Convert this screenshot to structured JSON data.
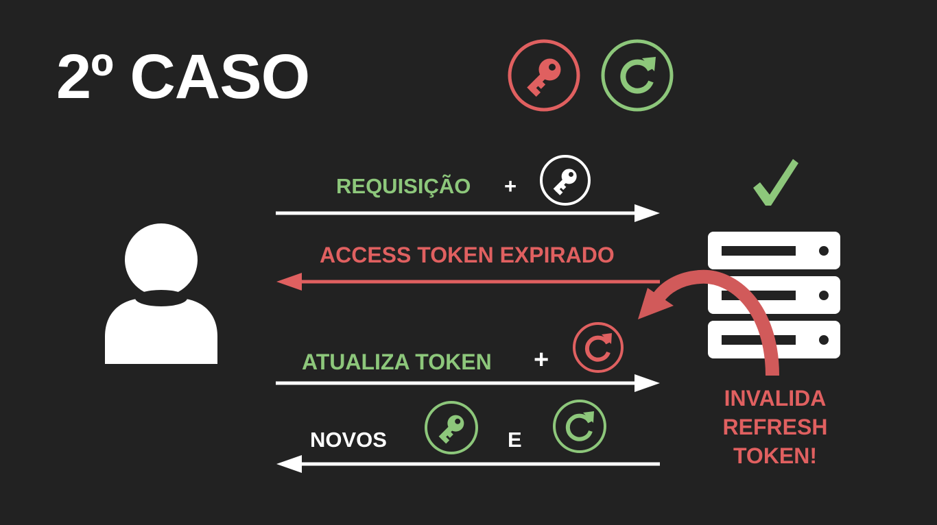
{
  "slide": {
    "title": "2º CASO",
    "header_icons": [
      {
        "icon": "key-icon",
        "color": "#e06060"
      },
      {
        "icon": "refresh-icon",
        "color": "#8dc77b"
      }
    ]
  },
  "flow": {
    "request": {
      "label": "REQUISIÇÃO",
      "plus": "+",
      "icon": "key-icon",
      "icon_color": "#ffffff",
      "direction": "client-to-server"
    },
    "expired": {
      "label": "ACCESS TOKEN EXPIRADO",
      "direction": "server-to-client"
    },
    "refresh": {
      "label": "ATUALIZA TOKEN",
      "plus": "+",
      "icon": "refresh-icon",
      "icon_color": "#e06060",
      "direction": "client-to-server"
    },
    "new_tokens": {
      "label": "NOVOS",
      "conjunction": "E",
      "icons": [
        "key-icon",
        "refresh-icon"
      ],
      "icon_color": "#8dc77b",
      "direction": "server-to-client"
    }
  },
  "server": {
    "icon": "server-icon",
    "status_icon": "checkmark-icon",
    "status_color": "#8dc77b",
    "note": "INVALIDA REFRESH TOKEN!"
  },
  "client": {
    "icon": "user-icon"
  },
  "colors": {
    "background": "#222222",
    "green": "#8dc77b",
    "red": "#e06060",
    "white": "#ffffff"
  }
}
